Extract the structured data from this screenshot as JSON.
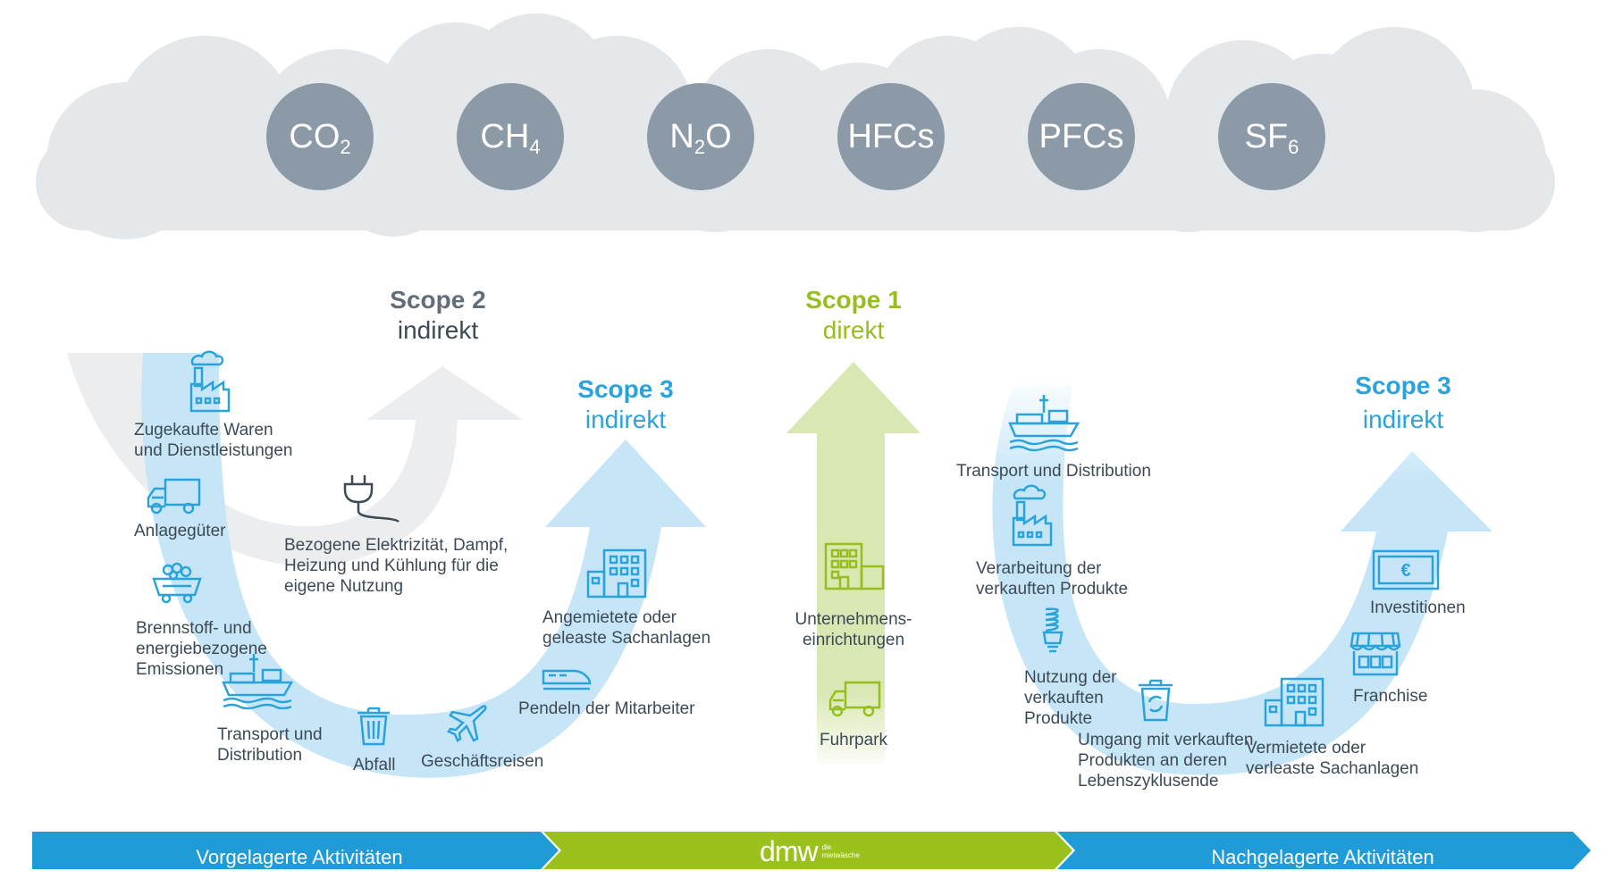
{
  "gases": [
    {
      "base": "CO",
      "sub": "2"
    },
    {
      "base": "CH",
      "sub": "4"
    },
    {
      "base": "N",
      "sub": "2",
      "tail": "O"
    },
    {
      "base": "HFCs",
      "sub": ""
    },
    {
      "base": "PFCs",
      "sub": ""
    },
    {
      "base": "SF",
      "sub": "6"
    }
  ],
  "scope2": {
    "title": "Scope 2",
    "sub": "indirekt"
  },
  "scope1": {
    "title": "Scope 1",
    "sub": "direkt"
  },
  "scope3_up": {
    "title": "Scope 3",
    "sub": "indirekt"
  },
  "scope3_down": {
    "title": "Scope 3",
    "sub": "indirekt"
  },
  "upstream": {
    "purchased_goods": "Zugekaufte Waren\nund Dienstleistungen",
    "capital_goods": "Anlagegüter",
    "fuel_energy": "Brennstoff- und\nenergiebezogene\nEmissionen",
    "transport": "Transport und\nDistribution",
    "waste": "Abfall",
    "business_travel": "Geschäftsreisen",
    "commuting": "Pendeln der Mitarbeiter",
    "leased_assets": "Angemietete oder\ngeleaste Sachanlagen"
  },
  "scope2_item": "Bezogene Elektrizität, Dampf,\nHeizung und Kühlung für die\neigene Nutzung",
  "scope1_items": {
    "facilities": "Unternehmens-\neinrichtungen",
    "fleet": "Fuhrpark"
  },
  "downstream": {
    "transport": "Transport und Distribution",
    "processing": "Verarbeitung der\nverkauften Produkte",
    "use": "Nutzung der\nverkauften\nProdukte",
    "end_of_life": "Umgang mit verkauften\nProdukten an deren\nLebenszyklusende",
    "leased_assets": "Vermietete oder\nverleaste Sachanlagen",
    "franchise": "Franchise",
    "investments": "Investitionen"
  },
  "bar": {
    "left": "Vorgelagerte Aktivitäten",
    "right": "Nachgelagerte Aktivitäten",
    "logo_main": "dmw",
    "logo_small": "die\nmietwäsche"
  },
  "colors": {
    "blue": "#2aa3dc",
    "blue_light": "#c6e6f8",
    "green": "#96bf1e",
    "green_light": "#d9e8b3",
    "gray_arrow": "#e9ebed",
    "cloud": "#e4e7ea",
    "gas": "#8c9aa7",
    "text": "#3d4a56",
    "scope2": "#5f6e7a",
    "bar_blue": "#1f9bd8",
    "bar_green": "#9bc21c"
  }
}
